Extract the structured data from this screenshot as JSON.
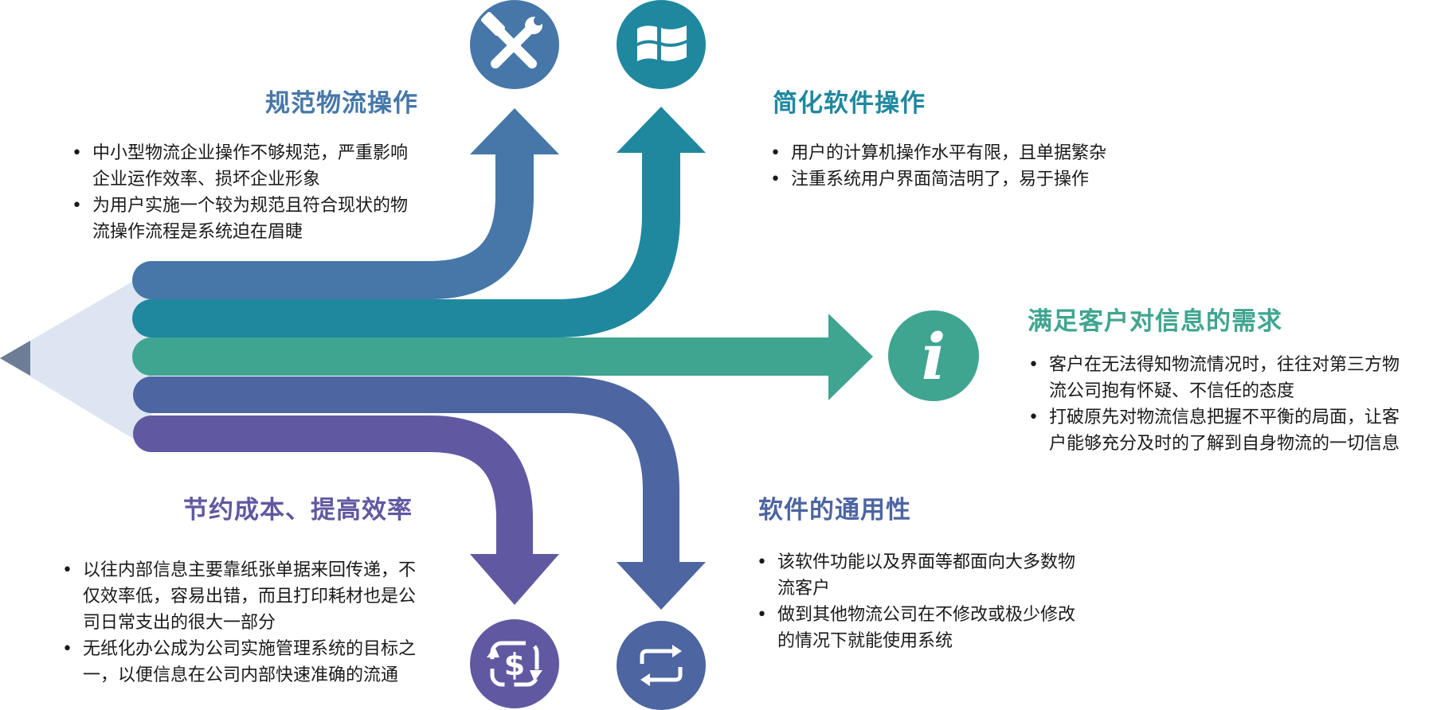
{
  "colors": {
    "blue": "#4677a8",
    "teal": "#1f889f",
    "green": "#40a590",
    "slate": "#4d65a0",
    "purple": "#6059a1",
    "pencil_wood": "#dce5f1",
    "pencil_tip": "#6d7d95",
    "text": "#1a1a1a"
  },
  "sections": {
    "standardize": {
      "title": "规范物流操作",
      "icon": "tools-icon",
      "bullets": [
        "中小型物流企业操作不够规范，严重影响\n企业运作效率、损坏企业形象",
        "为用户实施一个较为规范且符合现状的物\n流操作流程是系统迫在眉睫"
      ]
    },
    "simplify": {
      "title": "简化软件操作",
      "icon": "windows-logo-icon",
      "bullets": [
        "用户的计算机操作水平有限，且单据繁杂",
        "注重系统用户界面简洁明了，易于操作"
      ]
    },
    "information": {
      "title": "满足客户对信息的需求",
      "icon": "info-icon",
      "icon_text": "i",
      "bullets": [
        "客户在无法得知物流情况时，往往对第三方物\n流公司抱有怀疑、不信任的态度",
        "打破原先对物流信息把握不平衡的局面，让客\n户能够充分及时的了解到自身物流的一切信息"
      ]
    },
    "universality": {
      "title": "软件的通用性",
      "icon": "swap-arrows-icon",
      "bullets": [
        "该软件功能以及界面等都面向大多数物\n流客户",
        "做到其他物流公司在不修改或极少修改\n的情况下就能使用系统"
      ]
    },
    "cost": {
      "title": "节约成本、提高效率",
      "icon": "dollar-cycle-icon",
      "icon_text": "$",
      "bullets": [
        "以往内部信息主要靠纸张单据来回传递，不\n仅效率低，容易出错，而且打印耗材也是公\n司日常支出的很大一部分",
        "无纸化办公成为公司实施管理系统的目标之\n一，以便信息在公司内部快速准确的流通"
      ]
    }
  }
}
